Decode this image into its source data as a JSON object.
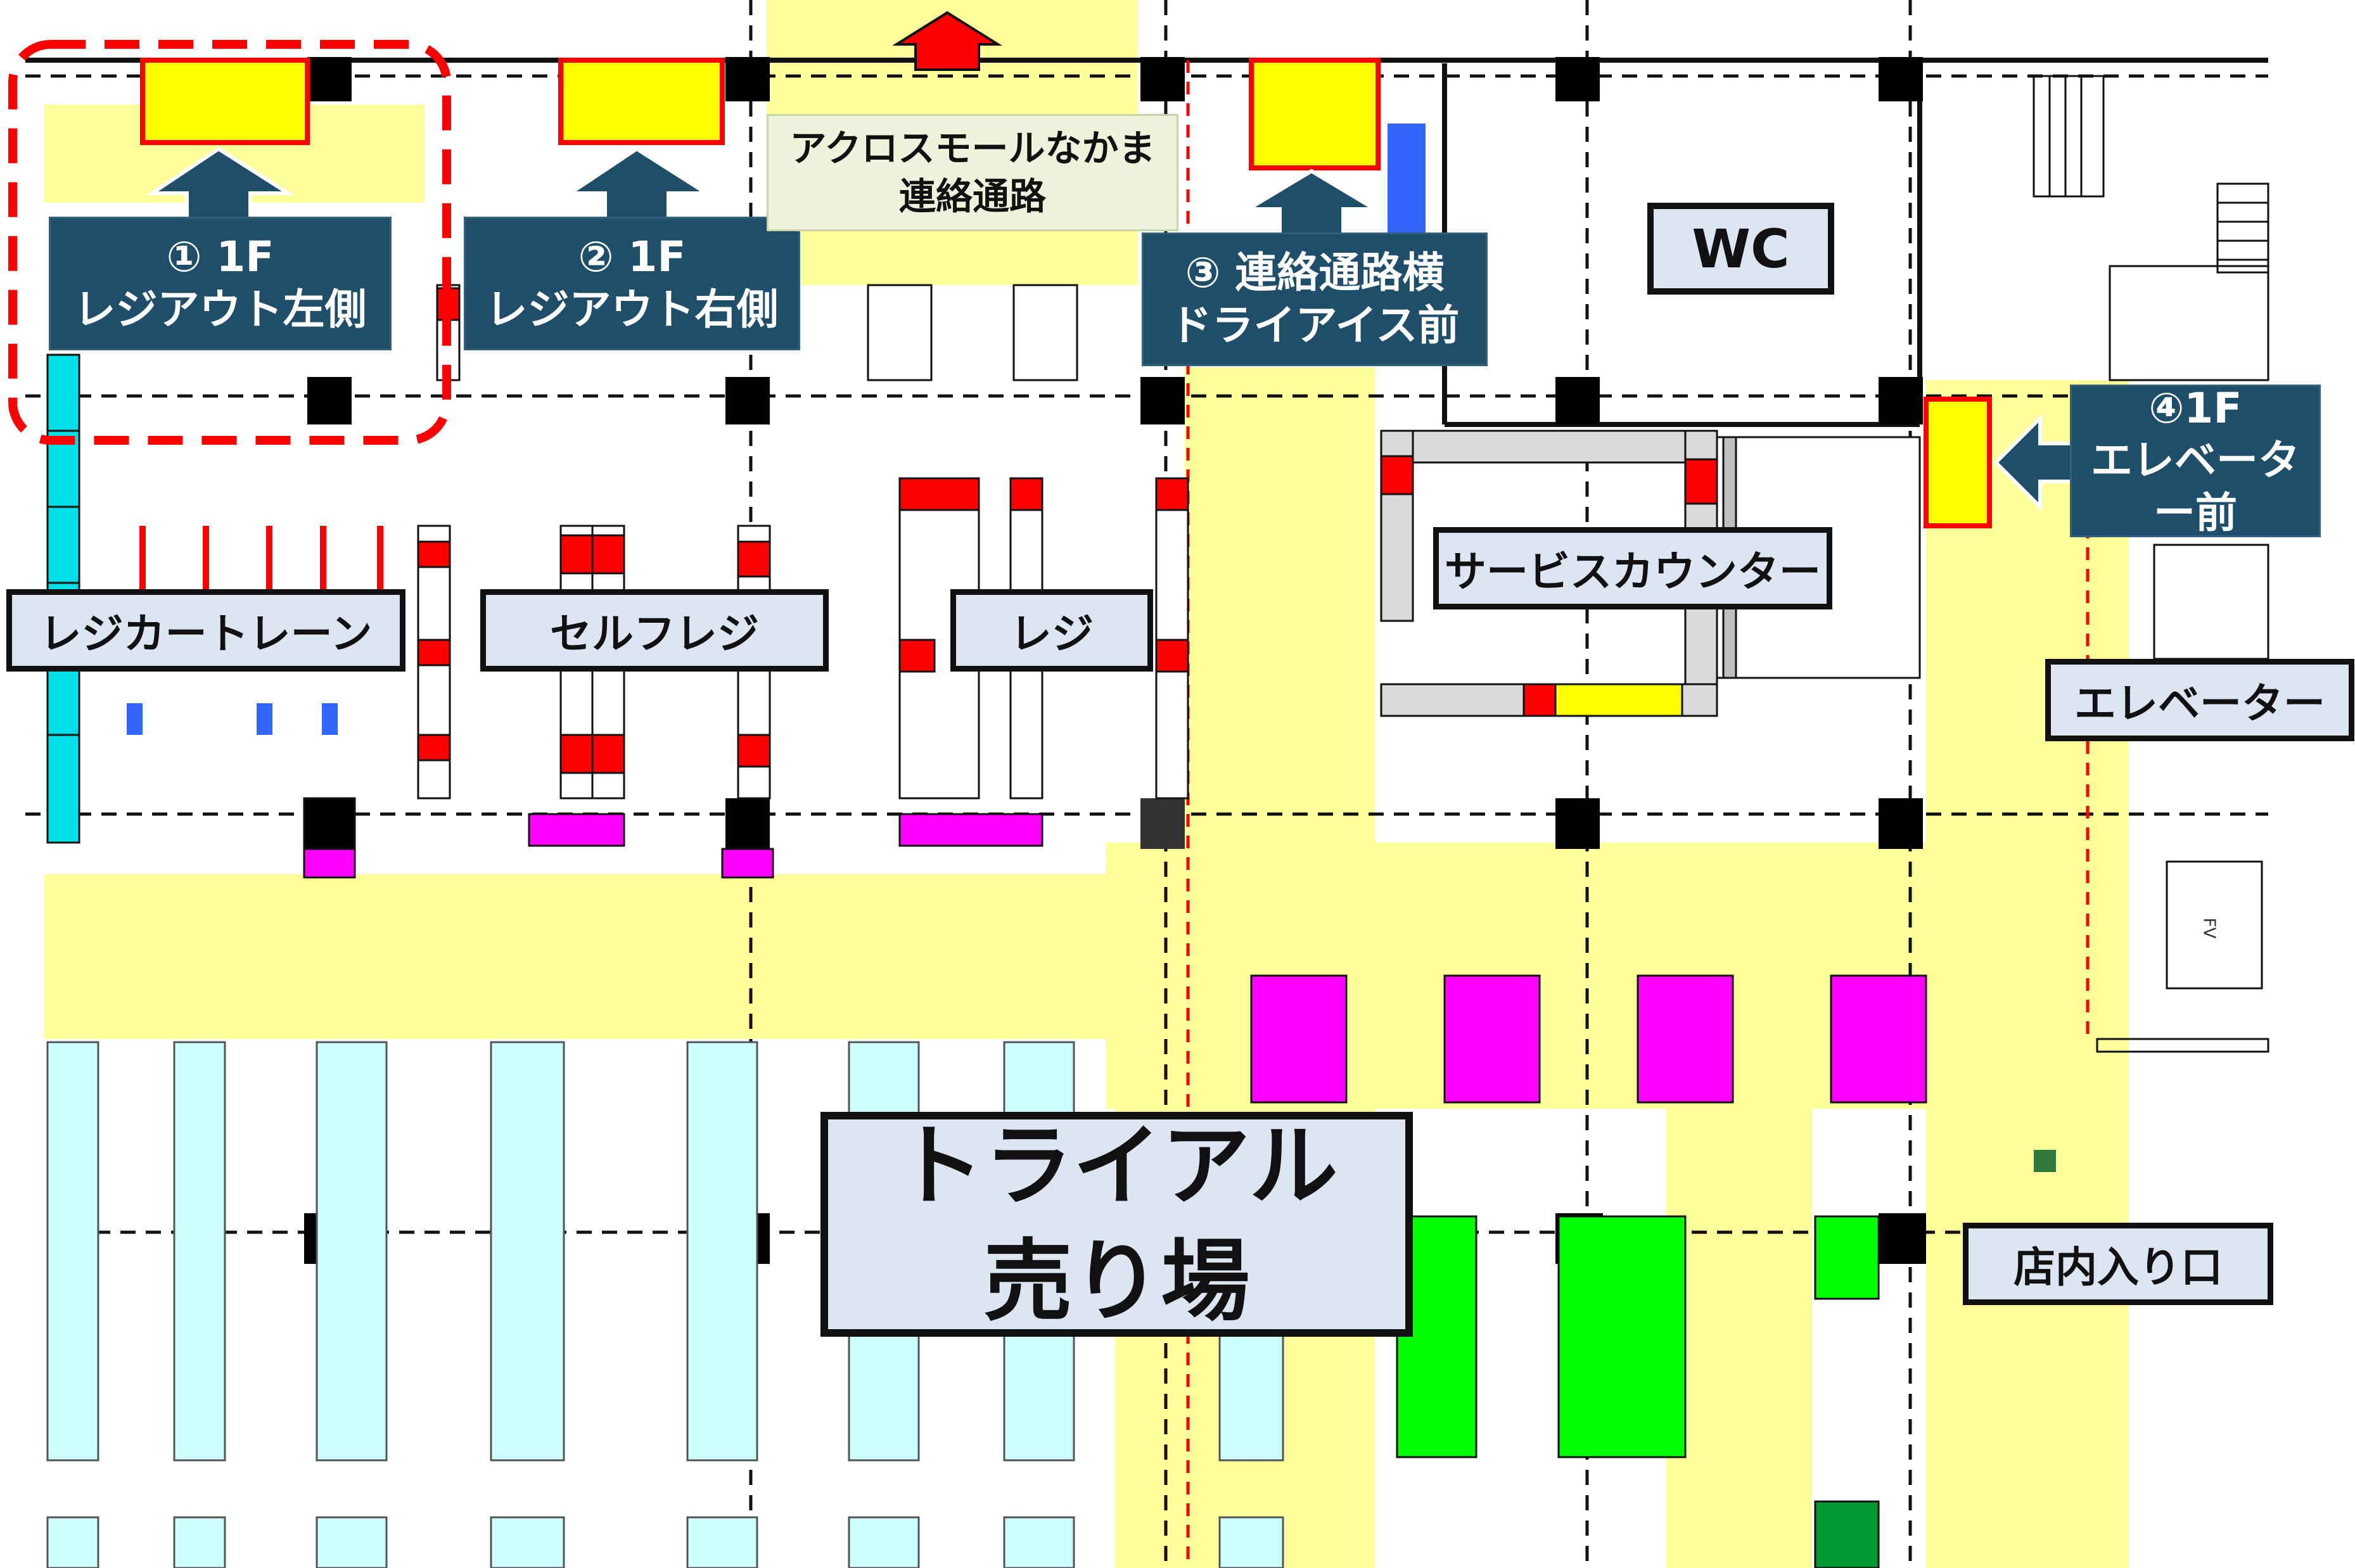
{
  "locations": [
    {
      "num": "① 1F",
      "name": "レジアウト左側",
      "highlighted": true
    },
    {
      "num": "② 1F",
      "name": "レジアウト右側"
    },
    {
      "num": "③ 連絡通路横",
      "name": "ドライアイス前"
    },
    {
      "num": "④1F",
      "name": "エレベーター前"
    }
  ],
  "corridor_note": {
    "line1": "アクロスモールなかま",
    "line2": "連絡通路"
  },
  "labels": {
    "wc": "WC",
    "cart_lane": "レジカートレーン",
    "self_register": "セルフレジ",
    "register": "レジ",
    "service_counter": "サービスカウンター",
    "elevator": "エレベーター",
    "entrance": "店内入り口",
    "store_line1": "トライアル",
    "store_line2": "売り場"
  },
  "fv_label": "FV",
  "colors": {
    "aisle_yellow": "#ffff99",
    "marker_yellow": "#ffff00",
    "marker_border": "#ff0000",
    "callout_bg": "#1f4e6b",
    "label_bg": "#dce6f2",
    "shelf_cyan": "#ccffff",
    "shelf_magenta": "#ff00ff",
    "shelf_green": "#00ff00",
    "highlight_dash": "#ff0000",
    "pillar": "#000000"
  }
}
